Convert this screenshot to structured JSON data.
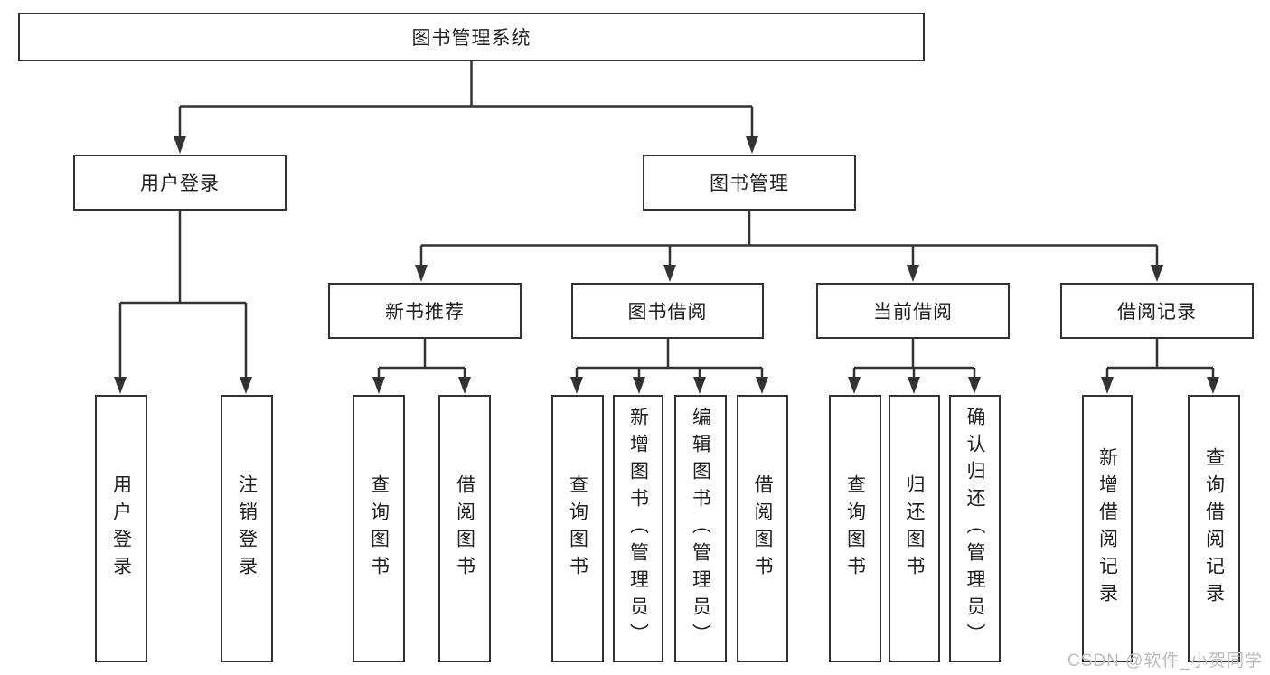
{
  "colors": {
    "background": "#ffffff",
    "line": "#333333",
    "box_border": "#333333",
    "text": "#1f1f1f",
    "watermark": "#bdbdbd"
  },
  "nodes": {
    "root": {
      "label": "图书管理系统"
    },
    "level1": [
      {
        "label": "用户登录",
        "parent": "图书管理系统"
      },
      {
        "label": "图书管理",
        "parent": "图书管理系统"
      }
    ],
    "level2": [
      {
        "label": "新书推荐",
        "parent": "图书管理"
      },
      {
        "label": "图书借阅",
        "parent": "图书管理"
      },
      {
        "label": "当前借阅",
        "parent": "图书管理"
      },
      {
        "label": "借阅记录",
        "parent": "图书管理"
      }
    ],
    "leaves": [
      {
        "label": "用户登录",
        "parent": "用户登录"
      },
      {
        "label": "注销登录",
        "parent": "用户登录"
      },
      {
        "label": "查询图书",
        "parent": "新书推荐"
      },
      {
        "label": "借阅图书",
        "parent": "新书推荐"
      },
      {
        "label": "查询图书",
        "parent": "图书借阅"
      },
      {
        "label": "新增图书（管理员）",
        "parent": "图书借阅"
      },
      {
        "label": "编辑图书（管理员）",
        "parent": "图书借阅"
      },
      {
        "label": "借阅图书",
        "parent": "图书借阅"
      },
      {
        "label": "查询图书",
        "parent": "当前借阅"
      },
      {
        "label": "归还图书",
        "parent": "当前借阅"
      },
      {
        "label": "确认归还（管理员）",
        "parent": "当前借阅"
      },
      {
        "label": "新增借阅记录",
        "parent": "借阅记录"
      },
      {
        "label": "查询借阅记录",
        "parent": "借阅记录"
      }
    ]
  },
  "watermark": {
    "text": "CSDN @软件_小贺同学"
  }
}
